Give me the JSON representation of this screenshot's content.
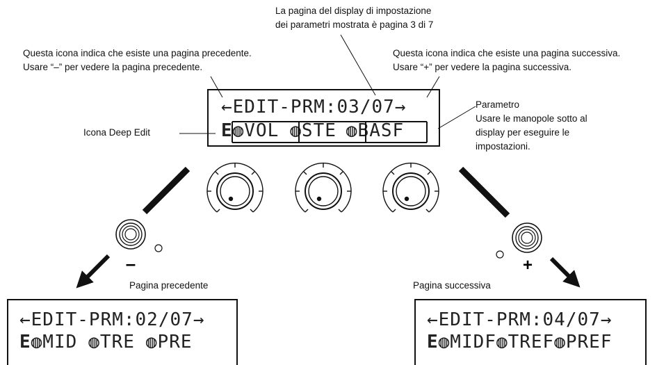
{
  "annotations": {
    "page_info": [
      "La pagina del display di impostazione",
      "dei parametri mostrata è pagina 3 di 7"
    ],
    "prev_icon": [
      "Questa icona indica che esiste una pagina precedente.",
      "Usare “–” per vedere la pagina precedente."
    ],
    "next_icon": [
      "Questa icona indica che esiste una pagina successiva.",
      "Usare “+” per vedere la pagina successiva."
    ],
    "deep_edit": "Icona Deep Edit",
    "parameter": [
      "Parametro",
      "Usare le manopole sotto al",
      "display per eseguire le",
      "impostazioni."
    ],
    "prev_page": "Pagina precedente",
    "next_page": "Pagina successiva"
  },
  "main_display": {
    "line1": "←EDIT-PRM:03/07→",
    "e_icon": "E",
    "cells": [
      "◍VOL",
      "◍STE",
      "◍BASF"
    ]
  },
  "prev_display": {
    "line1": "←EDIT-PRM:02/07→",
    "e_icon": "E",
    "cells": [
      "◍MID",
      "◍TRE",
      "◍PRE"
    ]
  },
  "next_display": {
    "line1": "←EDIT-PRM:04/07→",
    "e_icon": "E",
    "cells": [
      "◍MIDF",
      "◍TREF",
      "◍PREF"
    ]
  },
  "buttons": {
    "minus": "–",
    "plus": "+"
  }
}
